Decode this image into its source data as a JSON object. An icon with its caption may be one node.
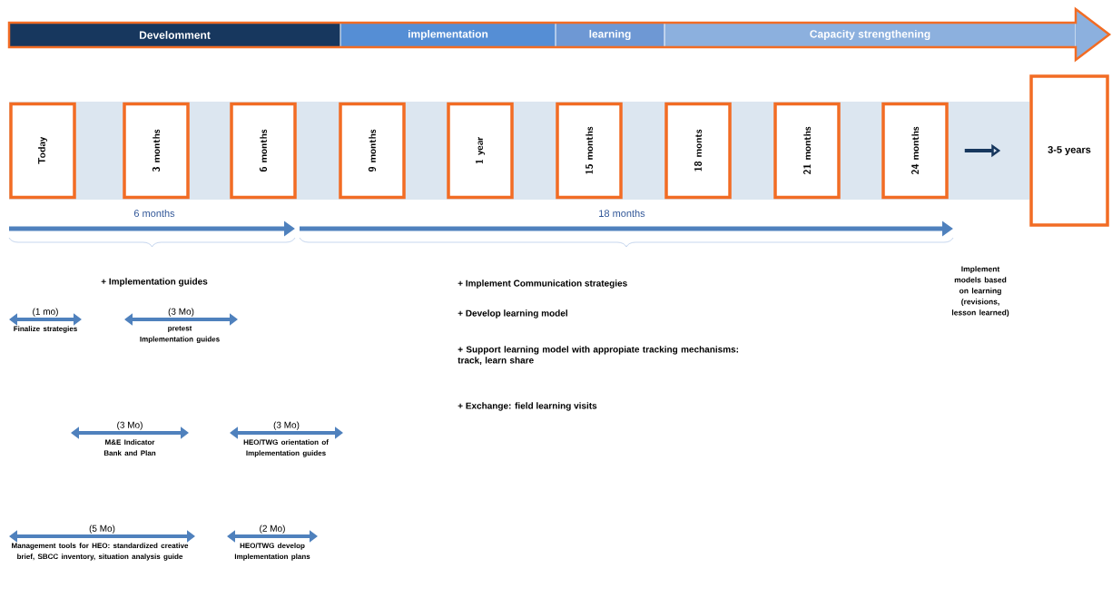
{
  "diagram": {
    "nodes": [
      {
        "text": [
          "Today"
        ]
      },
      {
        "text": [
          "3 months"
        ]
      },
      {
        "text": [
          "6 months"
        ]
      },
      {
        "text": [
          "9 months"
        ]
      },
      {
        "text": [
          "1 year"
        ]
      },
      {
        "text": [
          "15 months"
        ]
      },
      {
        "text": [
          "18 monts"
        ]
      },
      {
        "text": [
          "21 months"
        ]
      },
      {
        "text": [
          "24 months"
        ]
      },
      {
        "text": [
          "3-5 years"
        ]
      },
      {
        "text": [
          "Develomment"
        ]
      },
      {
        "text": [
          "implementation"
        ]
      },
      {
        "text": [
          "learning"
        ]
      },
      {
        "text": [
          "Capacity strengthening"
        ]
      }
    ],
    "edges": [
      {
        "from": 8,
        "to": 9,
        "arrow": "to"
      }
    ],
    "labels": [
      "6 months",
      "18 months",
      "+ Implementation guides",
      "+ Implement Communication strategies",
      "+ Develop learning model",
      "+ Support learning model with appropiate tracking mechanisms: track, learn share",
      "+  Exchange: field learning visits",
      "Implement models based on learning (revisions, lesson learned)",
      "(1 mo)",
      "Finalize strategies",
      "(3 Mo)",
      "pretest Implementation guides",
      "(3 Mo)",
      "M&E Indicator Bank and Plan",
      "(3 Mo)",
      "HEO/TWG orientation of Implementation guides",
      "(5 Mo)",
      "Management tools for HEO: standardized creative brief, SBCC inventory, situation analysis guide",
      "(2 Mo)",
      "HEO/TWG develop Implementation plans"
    ]
  }
}
